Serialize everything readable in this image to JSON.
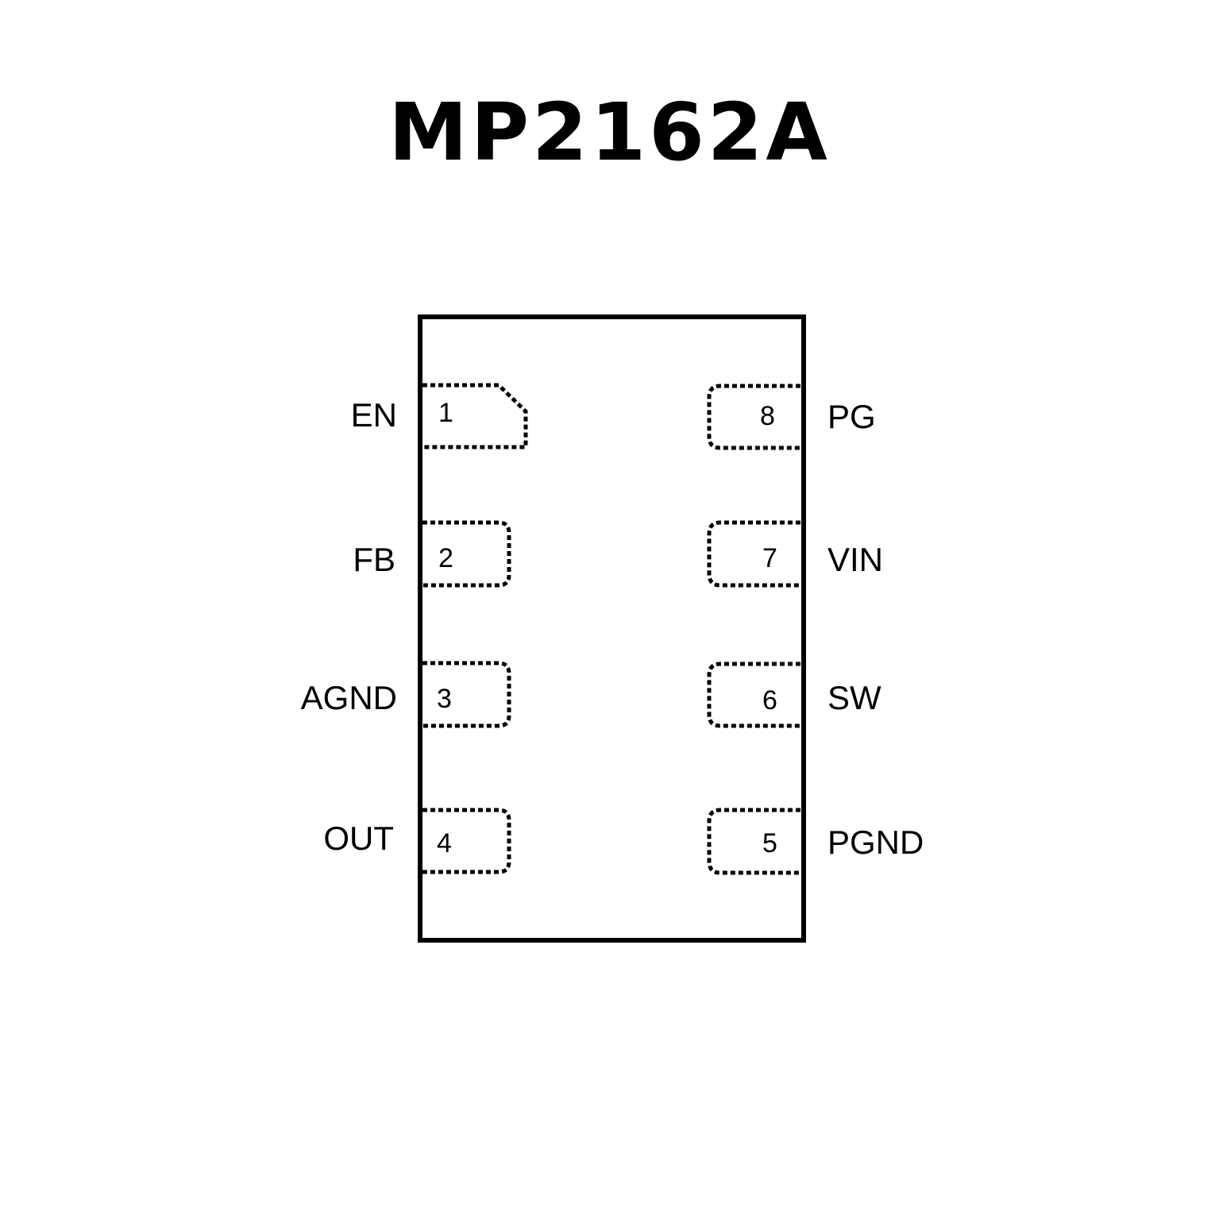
{
  "title": "MP2162A",
  "pins_left": [
    {
      "number": "1",
      "name": "EN"
    },
    {
      "number": "2",
      "name": "FB"
    },
    {
      "number": "3",
      "name": "AGND"
    },
    {
      "number": "4",
      "name": "OUT"
    }
  ],
  "pins_right": [
    {
      "number": "8",
      "name": "PG"
    },
    {
      "number": "7",
      "name": "VIN"
    },
    {
      "number": "6",
      "name": "SW"
    },
    {
      "number": "5",
      "name": "PGND"
    }
  ]
}
